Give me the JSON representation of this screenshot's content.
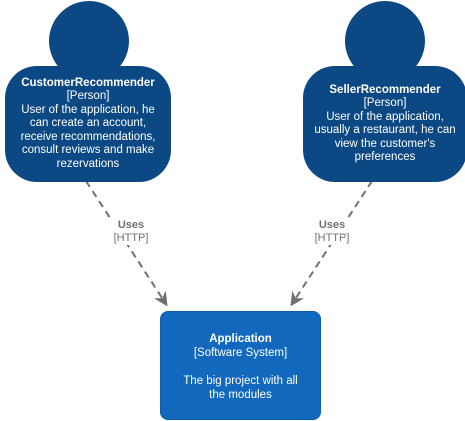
{
  "persons": [
    {
      "id": "customer",
      "name": "CustomerRecommender",
      "type": "[Person]",
      "description": "User of the application, he can create an account, receive recommendations, consult reviews and make rezervations"
    },
    {
      "id": "seller",
      "name": "SellerRecommender",
      "type": "[Person]",
      "description": "User of the application, usually a restaurant, he can view the customer's preferences"
    }
  ],
  "system": {
    "name": "Application",
    "type": "[Software System]",
    "description": "The big project with all the modules"
  },
  "relations": [
    {
      "from": "customer",
      "to": "system",
      "label": "Uses",
      "technology": "[HTTP]"
    },
    {
      "from": "seller",
      "to": "system",
      "label": "Uses",
      "technology": "[HTTP]"
    }
  ],
  "colors": {
    "person": "#0b4884",
    "system": "#1168bd",
    "edge": "#707070",
    "text": "#ffffff"
  }
}
